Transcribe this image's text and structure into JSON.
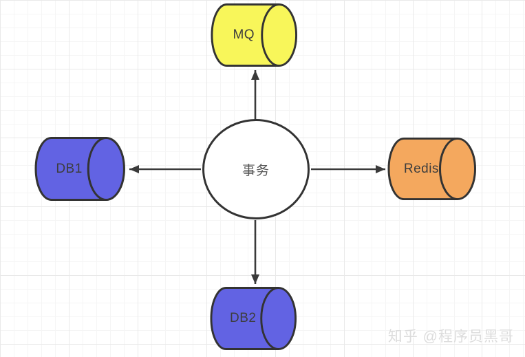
{
  "diagram": {
    "center": {
      "label": "事务",
      "fill": "#ffffff",
      "stroke": "#333333"
    },
    "nodes": {
      "mq": {
        "label": "MQ",
        "color": "#f8f65a",
        "shape": "cylinder"
      },
      "db1": {
        "label": "DB1",
        "color": "#6263e3",
        "shape": "cylinder"
      },
      "redis": {
        "label": "Redis",
        "color": "#f4a85e",
        "shape": "cylinder"
      },
      "db2": {
        "label": "DB2",
        "color": "#6263e3",
        "shape": "cylinder"
      }
    },
    "edges": [
      {
        "from": "事务",
        "to": "MQ",
        "direction": "up"
      },
      {
        "from": "事务",
        "to": "DB1",
        "direction": "left"
      },
      {
        "from": "事务",
        "to": "Redis",
        "direction": "right"
      },
      {
        "from": "事务",
        "to": "DB2",
        "direction": "down"
      }
    ],
    "stroke_color": "#333333",
    "arrow_color": "#3a3a3a"
  },
  "watermark": {
    "text": "知乎 @程序员黑哥"
  }
}
